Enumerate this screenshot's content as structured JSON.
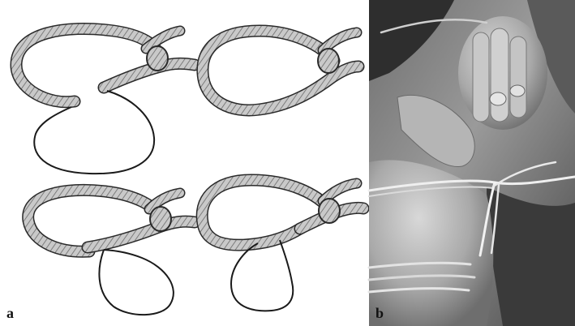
{
  "figure": {
    "panel_a_label": "a",
    "panel_b_label": "b",
    "panel_a": {
      "description_steps": 4,
      "rope_color": "#bdbdbd",
      "rope_edge_color": "#2a2a2a",
      "thin_line_color": "#1a1a1a"
    },
    "panel_b": {
      "type": "grayscale-photograph",
      "subject": "hand-icon"
    }
  }
}
